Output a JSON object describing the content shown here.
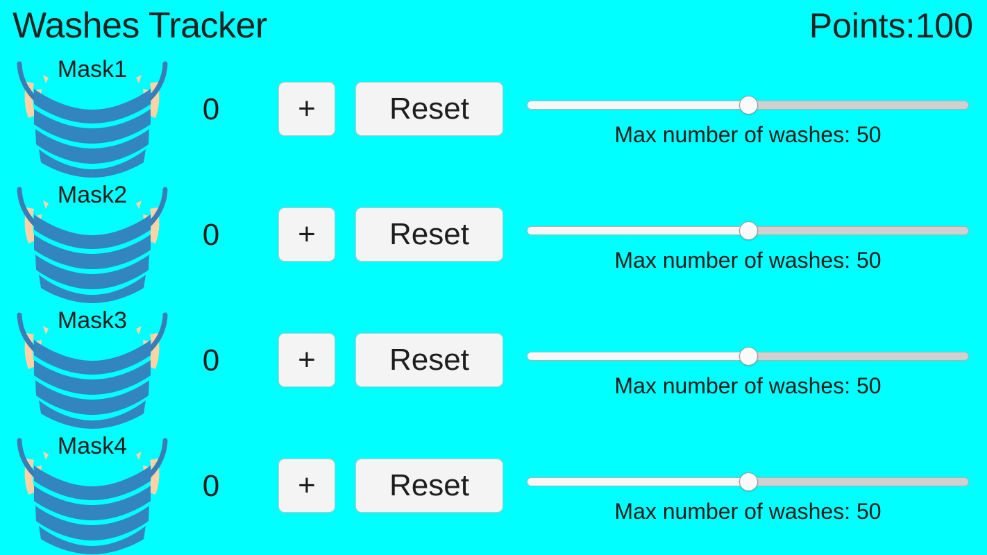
{
  "app": {
    "title": "Washes Tracker",
    "background_color": "#00FFFF"
  },
  "header": {
    "title": "Washes Tracker",
    "points_label": "Points:100",
    "points_value": 100
  },
  "colors": {
    "background": "#00FFFF",
    "mask_body": "#3385c0",
    "mask_outline": "#3a7db5",
    "mask_pleat_gap": "#00FFFF",
    "ear_loop": "#ffd2a6",
    "button_face": "#f4f4f4",
    "button_border": "#c3c3c3",
    "track_filled": "#f7f7f7",
    "track_empty": "#d0d0d0",
    "thumb": "#fafafa",
    "text": "#1c1c1c"
  },
  "controls": {
    "increment_label": "+",
    "reset_label": "Reset",
    "slider_icon": "mask-icon"
  },
  "rows": [
    {
      "name": "Mask1",
      "icon": "face-mask-icon",
      "count": "0",
      "increment_label": "+",
      "reset_label": "Reset",
      "slider": {
        "value": 50,
        "min": 0,
        "max": 100,
        "percent": 50,
        "label": "Max number of washes: 50"
      }
    },
    {
      "name": "Mask2",
      "icon": "face-mask-icon",
      "count": "0",
      "increment_label": "+",
      "reset_label": "Reset",
      "slider": {
        "value": 50,
        "min": 0,
        "max": 100,
        "percent": 50,
        "label": "Max number of washes: 50"
      }
    },
    {
      "name": "Mask3",
      "icon": "face-mask-icon",
      "count": "0",
      "increment_label": "+",
      "reset_label": "Reset",
      "slider": {
        "value": 50,
        "min": 0,
        "max": 100,
        "percent": 50,
        "label": "Max number of washes: 50"
      }
    },
    {
      "name": "Mask4",
      "icon": "face-mask-icon",
      "count": "0",
      "increment_label": "+",
      "reset_label": "Reset",
      "slider": {
        "value": 50,
        "min": 0,
        "max": 100,
        "percent": 50,
        "label": "Max number of washes: 50"
      }
    }
  ]
}
